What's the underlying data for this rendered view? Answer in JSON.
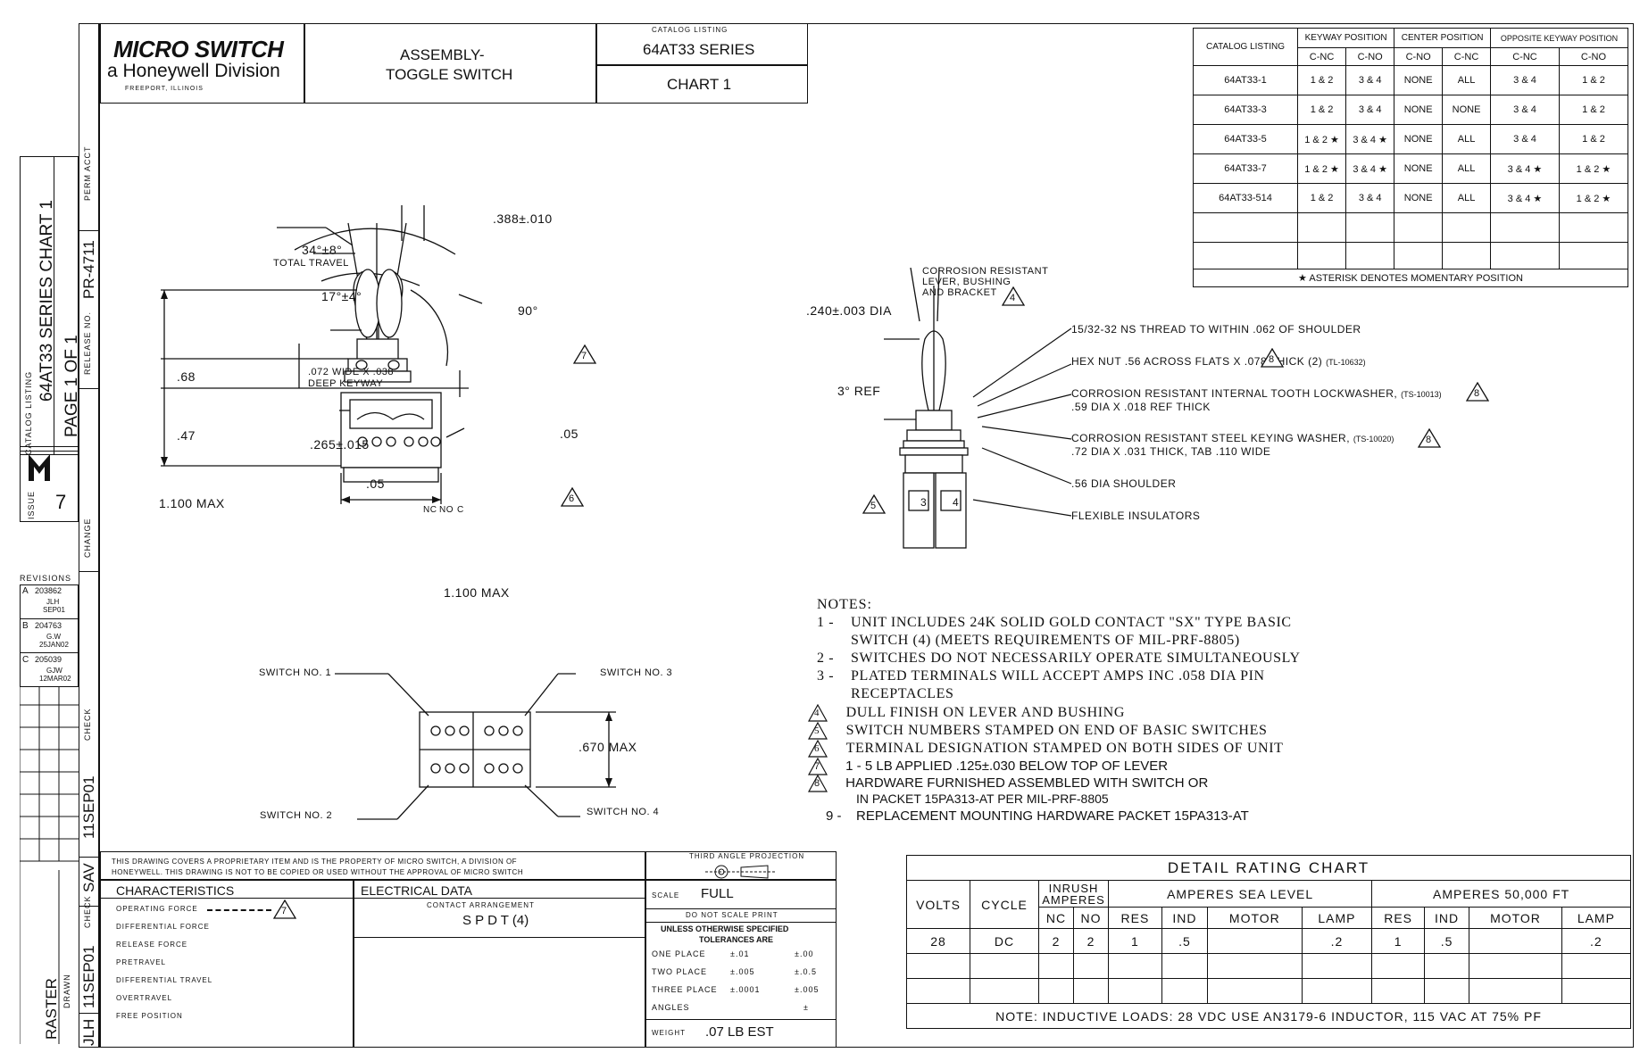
{
  "title_block": {
    "logo_text": "MICRO SWITCH",
    "division": "a Honeywell Division",
    "logo_sub": "FREEPORT, ILLINOIS",
    "title_line1": "ASSEMBLY-",
    "title_line2": "TOGGLE SWITCH",
    "catalog_listing_label": "CATALOG LISTING",
    "catalog_listing": "64AT33 SERIES",
    "chart": "CHART 1"
  },
  "left_strip": {
    "catalog_listing_label": "CATALOG LISTING",
    "series_chart": "64AT33 SERIES CHART 1",
    "page": "PAGE 1 OF 1",
    "perm_acct_label": "PERM ACCT",
    "release_no_label": "RELEASE NO.",
    "release_no": "PR-4711",
    "issue_label": "ISSUE",
    "issue": "7",
    "change_label": "CHANGE",
    "revisions_label": "REVISIONS",
    "revisions": [
      {
        "letter": "A",
        "number": "203862",
        "by": "JLH",
        "date": "SEP01"
      },
      {
        "letter": "B",
        "number": "204763",
        "by": "G.W",
        "date": "25JAN02"
      },
      {
        "letter": "C",
        "number": "205039",
        "by": "GJW",
        "date": "12MAR02"
      }
    ],
    "checked_label": "CHECK",
    "checked_date": "11SEP01",
    "checked_by": "SAV",
    "drawn_date": "11SEP01",
    "drawn_by": "JLH",
    "raster": "RASTER",
    "drawn_label": "DRAWN"
  },
  "catalog_table": {
    "headers": [
      "CATALOG LISTING",
      "KEYWAY POSITION",
      "CENTER POSITION",
      "OPPOSITE KEYWAY POSITION"
    ],
    "subheaders": [
      "C-NC",
      "C-NO",
      "C-NO",
      "C-NC",
      "C-NC",
      "C-NO"
    ],
    "rows": [
      [
        "64AT33-1",
        "1 & 2",
        "3 & 4",
        "NONE",
        "ALL",
        "3 & 4",
        "1 & 2"
      ],
      [
        "64AT33-3",
        "1 & 2",
        "3 & 4",
        "NONE",
        "NONE",
        "3 & 4",
        "1 & 2"
      ],
      [
        "64AT33-5",
        "1 & 2 ★",
        "3 & 4 ★",
        "NONE",
        "ALL",
        "3 & 4",
        "1 & 2"
      ],
      [
        "64AT33-7",
        "1 & 2 ★",
        "3 & 4 ★",
        "NONE",
        "ALL",
        "3 & 4 ★",
        "1 & 2 ★"
      ],
      [
        "64AT33-514",
        "1 & 2",
        "3 & 4",
        "NONE",
        "ALL",
        "3 & 4 ★",
        "1 & 2 ★"
      ]
    ],
    "footnote": "★ ASTERISK DENOTES MOMENTARY POSITION"
  },
  "front_view": {
    "dim_keyway_width": ".388±.010",
    "total_travel": "34°±8°",
    "total_travel_label": "TOTAL TRAVEL",
    "half_angle": "17°±4°",
    "right_angle": "90°",
    "keyway": ".072 WIDE X .038",
    "keyway2": "DEEP KEYWAY",
    "dim_68": ".68",
    "dim_47": ".47",
    "dim_265": ".265±.015",
    "dim_05a": ".05",
    "dim_05b": ".05",
    "height_max": "1.100 MAX",
    "width_max": "1.100 MAX",
    "term_nc": "NC",
    "term_no": "NO",
    "term_c": "C",
    "flag_7": "7",
    "flag_6": "6"
  },
  "side_view": {
    "corrosion1": "CORROSION RESISTANT",
    "corrosion2": "LEVER, BUSHING",
    "corrosion3": "AND BRACKET",
    "flag_4": "4",
    "dia": ".240±.003 DIA",
    "ref": "3° REF",
    "thread": "15/32-32 NS THREAD TO WITHIN .062 OF SHOULDER",
    "hex_nut": "HEX NUT .56 ACROSS FLATS X .078 THICK (2)",
    "hex_ref": "(TL-10632)",
    "lockwasher1": "CORROSION RESISTANT INTERNAL TOOTH LOCKWASHER,",
    "lockwasher_ref": "(TS-10013)",
    "lockwasher2": ".59 DIA X .018 REF THICK",
    "keying1": "CORROSION RESISTANT STEEL KEYING WASHER,",
    "keying_ref": "(TS-10020)",
    "keying2": ".72 DIA X .031 THICK, TAB .110 WIDE",
    "shoulder": ".56 DIA SHOULDER",
    "insulators": "FLEXIBLE INSULATORS",
    "flag_8": "8",
    "flag_5": "5",
    "sw3": "3",
    "sw4": "4"
  },
  "bottom_view": {
    "sw1": "SWITCH NO. 1",
    "sw2": "SWITCH NO. 2",
    "sw3": "SWITCH NO. 3",
    "sw4": "SWITCH NO. 4",
    "max": ".670 MAX"
  },
  "notes": {
    "heading": "NOTES:",
    "items": [
      {
        "n": "1 -",
        "text": "UNIT INCLUDES 24K SOLID GOLD CONTACT \"SX\" TYPE BASIC"
      },
      {
        "n": "",
        "text": "SWITCH (4) (MEETS REQUIREMENTS OF MIL-PRF-8805)"
      },
      {
        "n": "2 -",
        "text": "SWITCHES DO NOT NECESSARILY OPERATE SIMULTANEOUSLY"
      },
      {
        "n": "3 -",
        "text": "PLATED TERMINALS WILL ACCEPT AMPS INC .058 DIA PIN"
      },
      {
        "n": "",
        "text": "RECEPTACLES"
      },
      {
        "n": "4",
        "text": "DULL FINISH ON LEVER AND BUSHING"
      },
      {
        "n": "5",
        "text": "SWITCH NUMBERS STAMPED ON END OF BASIC SWITCHES"
      },
      {
        "n": "6",
        "text": "TERMINAL DESIGNATION STAMPED ON BOTH SIDES OF UNIT"
      },
      {
        "n": "7",
        "text": "1 - 5 LB APPLIED .125±.030 BELOW TOP OF LEVER"
      },
      {
        "n": "8",
        "text": "HARDWARE FURNISHED ASSEMBLED WITH SWITCH OR"
      },
      {
        "n": "",
        "text": "IN PACKET 15PA313-AT PER MIL-PRF-8805"
      },
      {
        "n": "9 -",
        "text": "REPLACEMENT MOUNTING HARDWARE PACKET 15PA313-AT"
      }
    ]
  },
  "bottom_block": {
    "disclaimer1": "THIS DRAWING COVERS A PROPRIETARY ITEM AND IS THE PROPERTY OF MICRO SWITCH, A DIVISION OF",
    "disclaimer2": "HONEYWELL. THIS DRAWING IS NOT TO BE COPIED OR USED WITHOUT THE APPROVAL OF MICRO SWITCH",
    "projection": "THIRD ANGLE PROJECTION",
    "characteristics": "CHARACTERISTICS",
    "char_rows": [
      "OPERATING FORCE",
      "DIFFERENTIAL FORCE",
      "RELEASE FORCE",
      "PRETRAVEL",
      "DIFFERENTIAL TRAVEL",
      "OVERTRAVEL",
      "FREE POSITION"
    ],
    "op_force_flag": "7",
    "electrical": "ELECTRICAL DATA",
    "contact_arr": "CONTACT ARRANGEMENT",
    "spdt": "S P D T (4)",
    "scale_label": "SCALE",
    "scale": "FULL",
    "do_not_scale": "DO NOT SCALE PRINT",
    "tol1": "UNLESS OTHERWISE SPECIFIED",
    "tol2": "TOLERANCES ARE",
    "tol_rows": [
      [
        "ONE PLACE",
        "±.01",
        "±.00"
      ],
      [
        "TWO PLACE",
        "±.005",
        "±.0.5"
      ],
      [
        "THREE PLACE",
        "±.0001",
        "±.005"
      ],
      [
        "ANGLES",
        "",
        "±"
      ]
    ],
    "weight_label": "WEIGHT",
    "weight": ".07 LB EST"
  },
  "rating": {
    "title": "DETAIL RATING CHART",
    "headers": [
      "VOLTS",
      "CYCLE",
      "INRUSH AMPERES",
      "AMPERES SEA LEVEL",
      "AMPERES 50,000 FT"
    ],
    "sub": [
      "NC",
      "NO",
      "RES",
      "IND",
      "MOTOR",
      "LAMP",
      "RES",
      "IND",
      "MOTOR",
      "LAMP"
    ],
    "row": [
      "28",
      "DC",
      "2",
      "2",
      "1",
      ".5",
      "",
      ".2",
      "1",
      ".5",
      "",
      ".2"
    ],
    "note": "NOTE: INDUCTIVE LOADS: 28 VDC USE AN3179-6 INDUCTOR, 115 VAC AT 75% PF"
  }
}
